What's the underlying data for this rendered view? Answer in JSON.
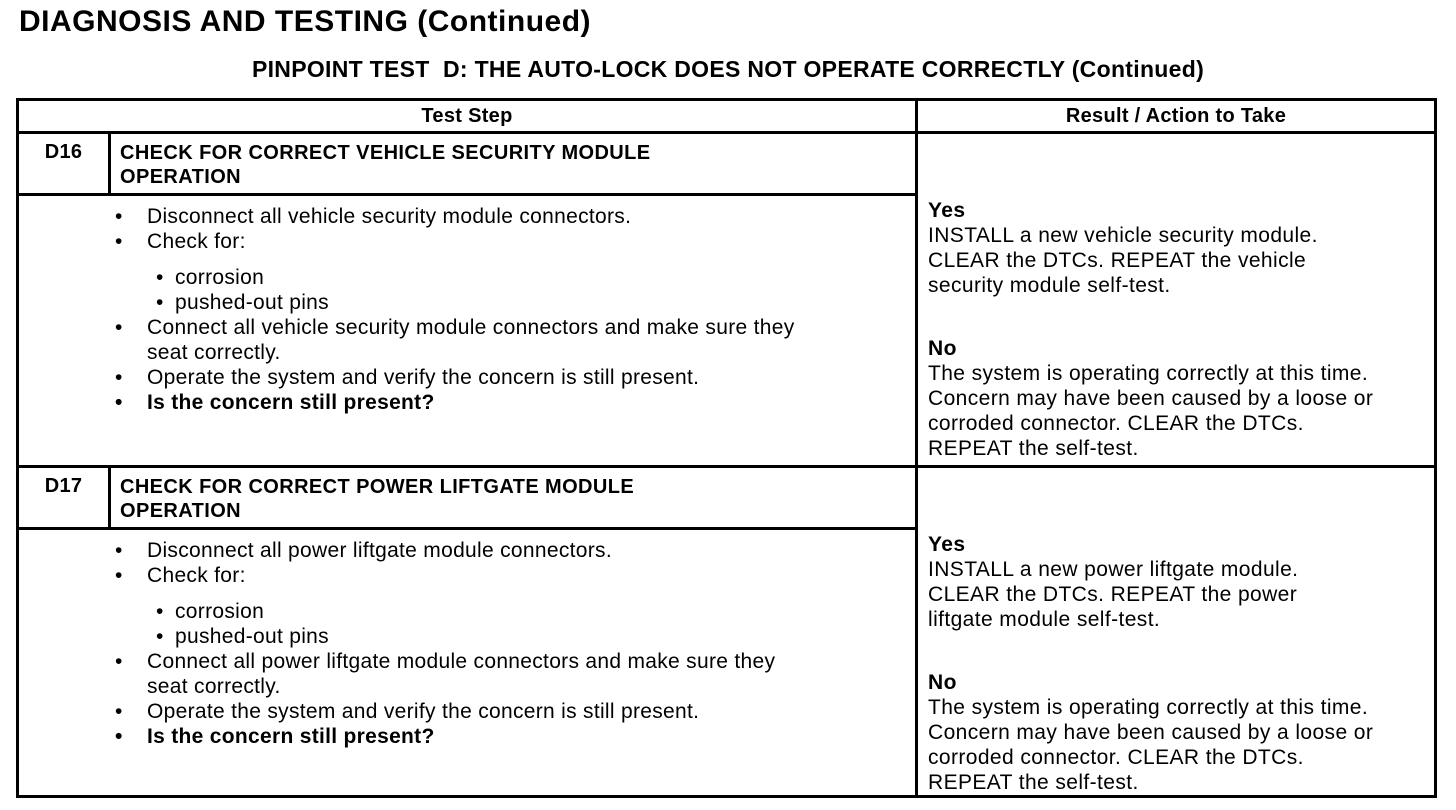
{
  "page": {
    "title": "DIAGNOSIS AND TESTING (Continued)",
    "subtitle": "PINPOINT TEST  D: THE AUTO-LOCK DOES NOT OPERATE CORRECTLY (Continued)"
  },
  "table": {
    "headers": {
      "test_step": "Test Step",
      "result": "Result / Action to Take"
    },
    "rows": [
      {
        "id": "D16",
        "title": "CHECK FOR CORRECT VEHICLE SECURITY MODULE OPERATION",
        "steps": [
          {
            "level": 1,
            "bold": false,
            "text": "Disconnect all vehicle security module connectors."
          },
          {
            "level": 1,
            "bold": false,
            "text": "Check for:"
          },
          {
            "level": 2,
            "bold": false,
            "text": "corrosion"
          },
          {
            "level": 2,
            "bold": false,
            "text": "pushed-out pins"
          },
          {
            "level": 1,
            "bold": false,
            "text": "Connect all vehicle security module connectors and make sure they seat correctly."
          },
          {
            "level": 1,
            "bold": false,
            "text": "Operate the system and verify the concern is still present."
          },
          {
            "level": 1,
            "bold": true,
            "text": "Is the concern still present?"
          }
        ],
        "result": {
          "yes_label": "Yes",
          "yes_text": "INSTALL a new vehicle security module. CLEAR the DTCs. REPEAT the vehicle security module self-test.",
          "no_label": "No",
          "no_text": "The system is operating correctly at this time. Concern may have been caused by a loose or corroded connector. CLEAR the DTCs. REPEAT the self-test."
        }
      },
      {
        "id": "D17",
        "title": "CHECK FOR CORRECT POWER LIFTGATE MODULE OPERATION",
        "steps": [
          {
            "level": 1,
            "bold": false,
            "text": "Disconnect all power liftgate module connectors."
          },
          {
            "level": 1,
            "bold": false,
            "text": "Check for:"
          },
          {
            "level": 2,
            "bold": false,
            "text": "corrosion"
          },
          {
            "level": 2,
            "bold": false,
            "text": "pushed-out pins"
          },
          {
            "level": 1,
            "bold": false,
            "text": "Connect all power liftgate module connectors and make sure they seat correctly."
          },
          {
            "level": 1,
            "bold": false,
            "text": "Operate the system and verify the concern is still present."
          },
          {
            "level": 1,
            "bold": true,
            "text": "Is the concern still present?"
          }
        ],
        "result": {
          "yes_label": "Yes",
          "yes_text": "INSTALL a new power liftgate module. CLEAR the DTCs. REPEAT the power liftgate module self-test.",
          "no_label": "No",
          "no_text": "The system is operating correctly at this time. Concern may have been caused by a loose or corroded connector. CLEAR the DTCs. REPEAT the self-test."
        }
      }
    ]
  }
}
